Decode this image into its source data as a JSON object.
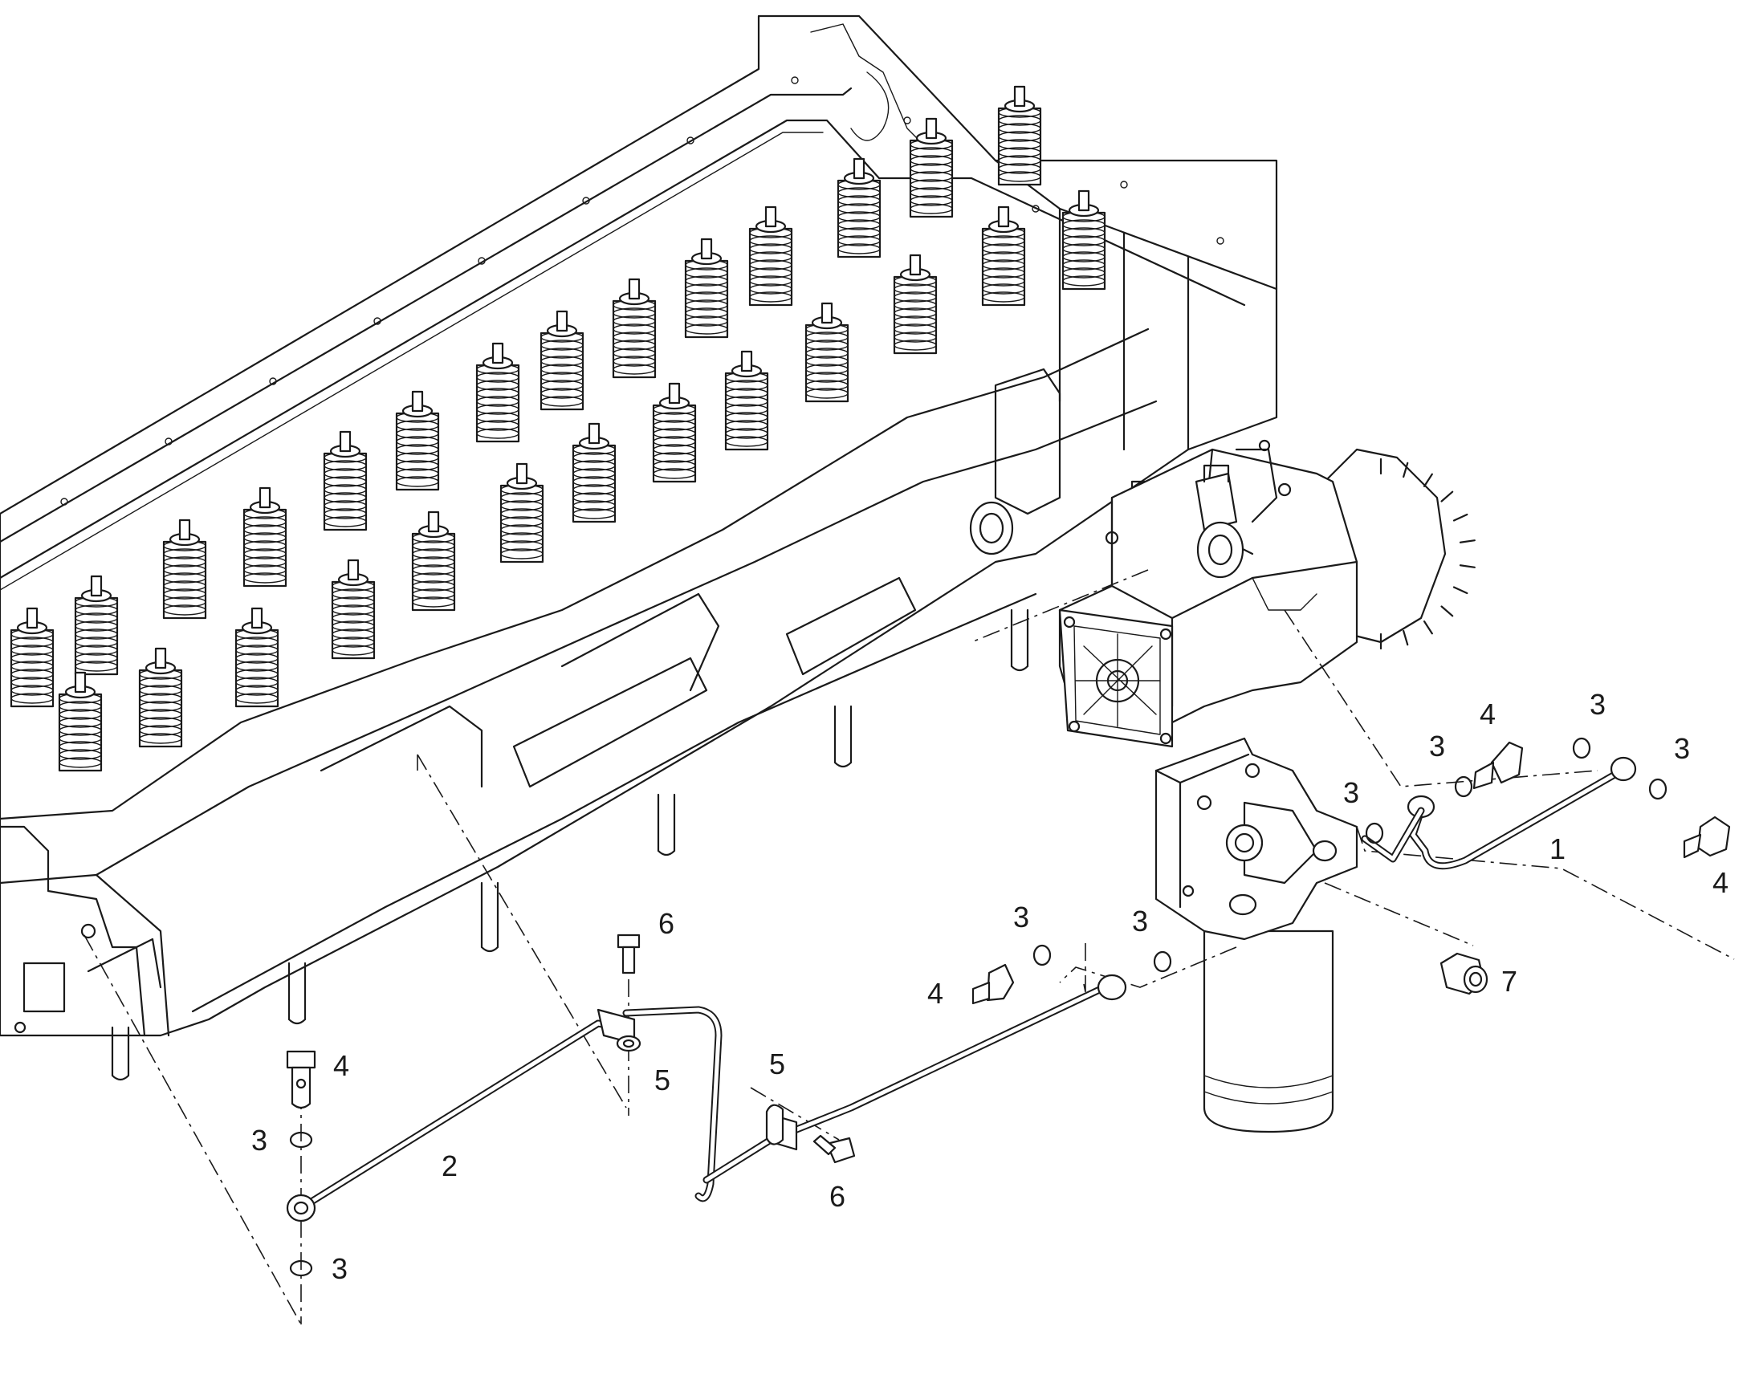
{
  "callouts": [
    {
      "id": "c-1",
      "text": "1"
    },
    {
      "id": "c-2",
      "text": "2"
    },
    {
      "id": "c-3a",
      "text": "3"
    },
    {
      "id": "c-3b",
      "text": "3"
    },
    {
      "id": "c-3c",
      "text": "3"
    },
    {
      "id": "c-3d",
      "text": "3"
    },
    {
      "id": "c-3e",
      "text": "3"
    },
    {
      "id": "c-3f",
      "text": "3"
    },
    {
      "id": "c-3g",
      "text": "3"
    },
    {
      "id": "c-3h",
      "text": "3"
    },
    {
      "id": "c-4a",
      "text": "4"
    },
    {
      "id": "c-4b",
      "text": "4"
    },
    {
      "id": "c-4c",
      "text": "4"
    },
    {
      "id": "c-4d",
      "text": "4"
    },
    {
      "id": "c-5a",
      "text": "5"
    },
    {
      "id": "c-5b",
      "text": "5"
    },
    {
      "id": "c-6a",
      "text": "6"
    },
    {
      "id": "c-6b",
      "text": "6"
    },
    {
      "id": "c-7",
      "text": "7"
    }
  ]
}
